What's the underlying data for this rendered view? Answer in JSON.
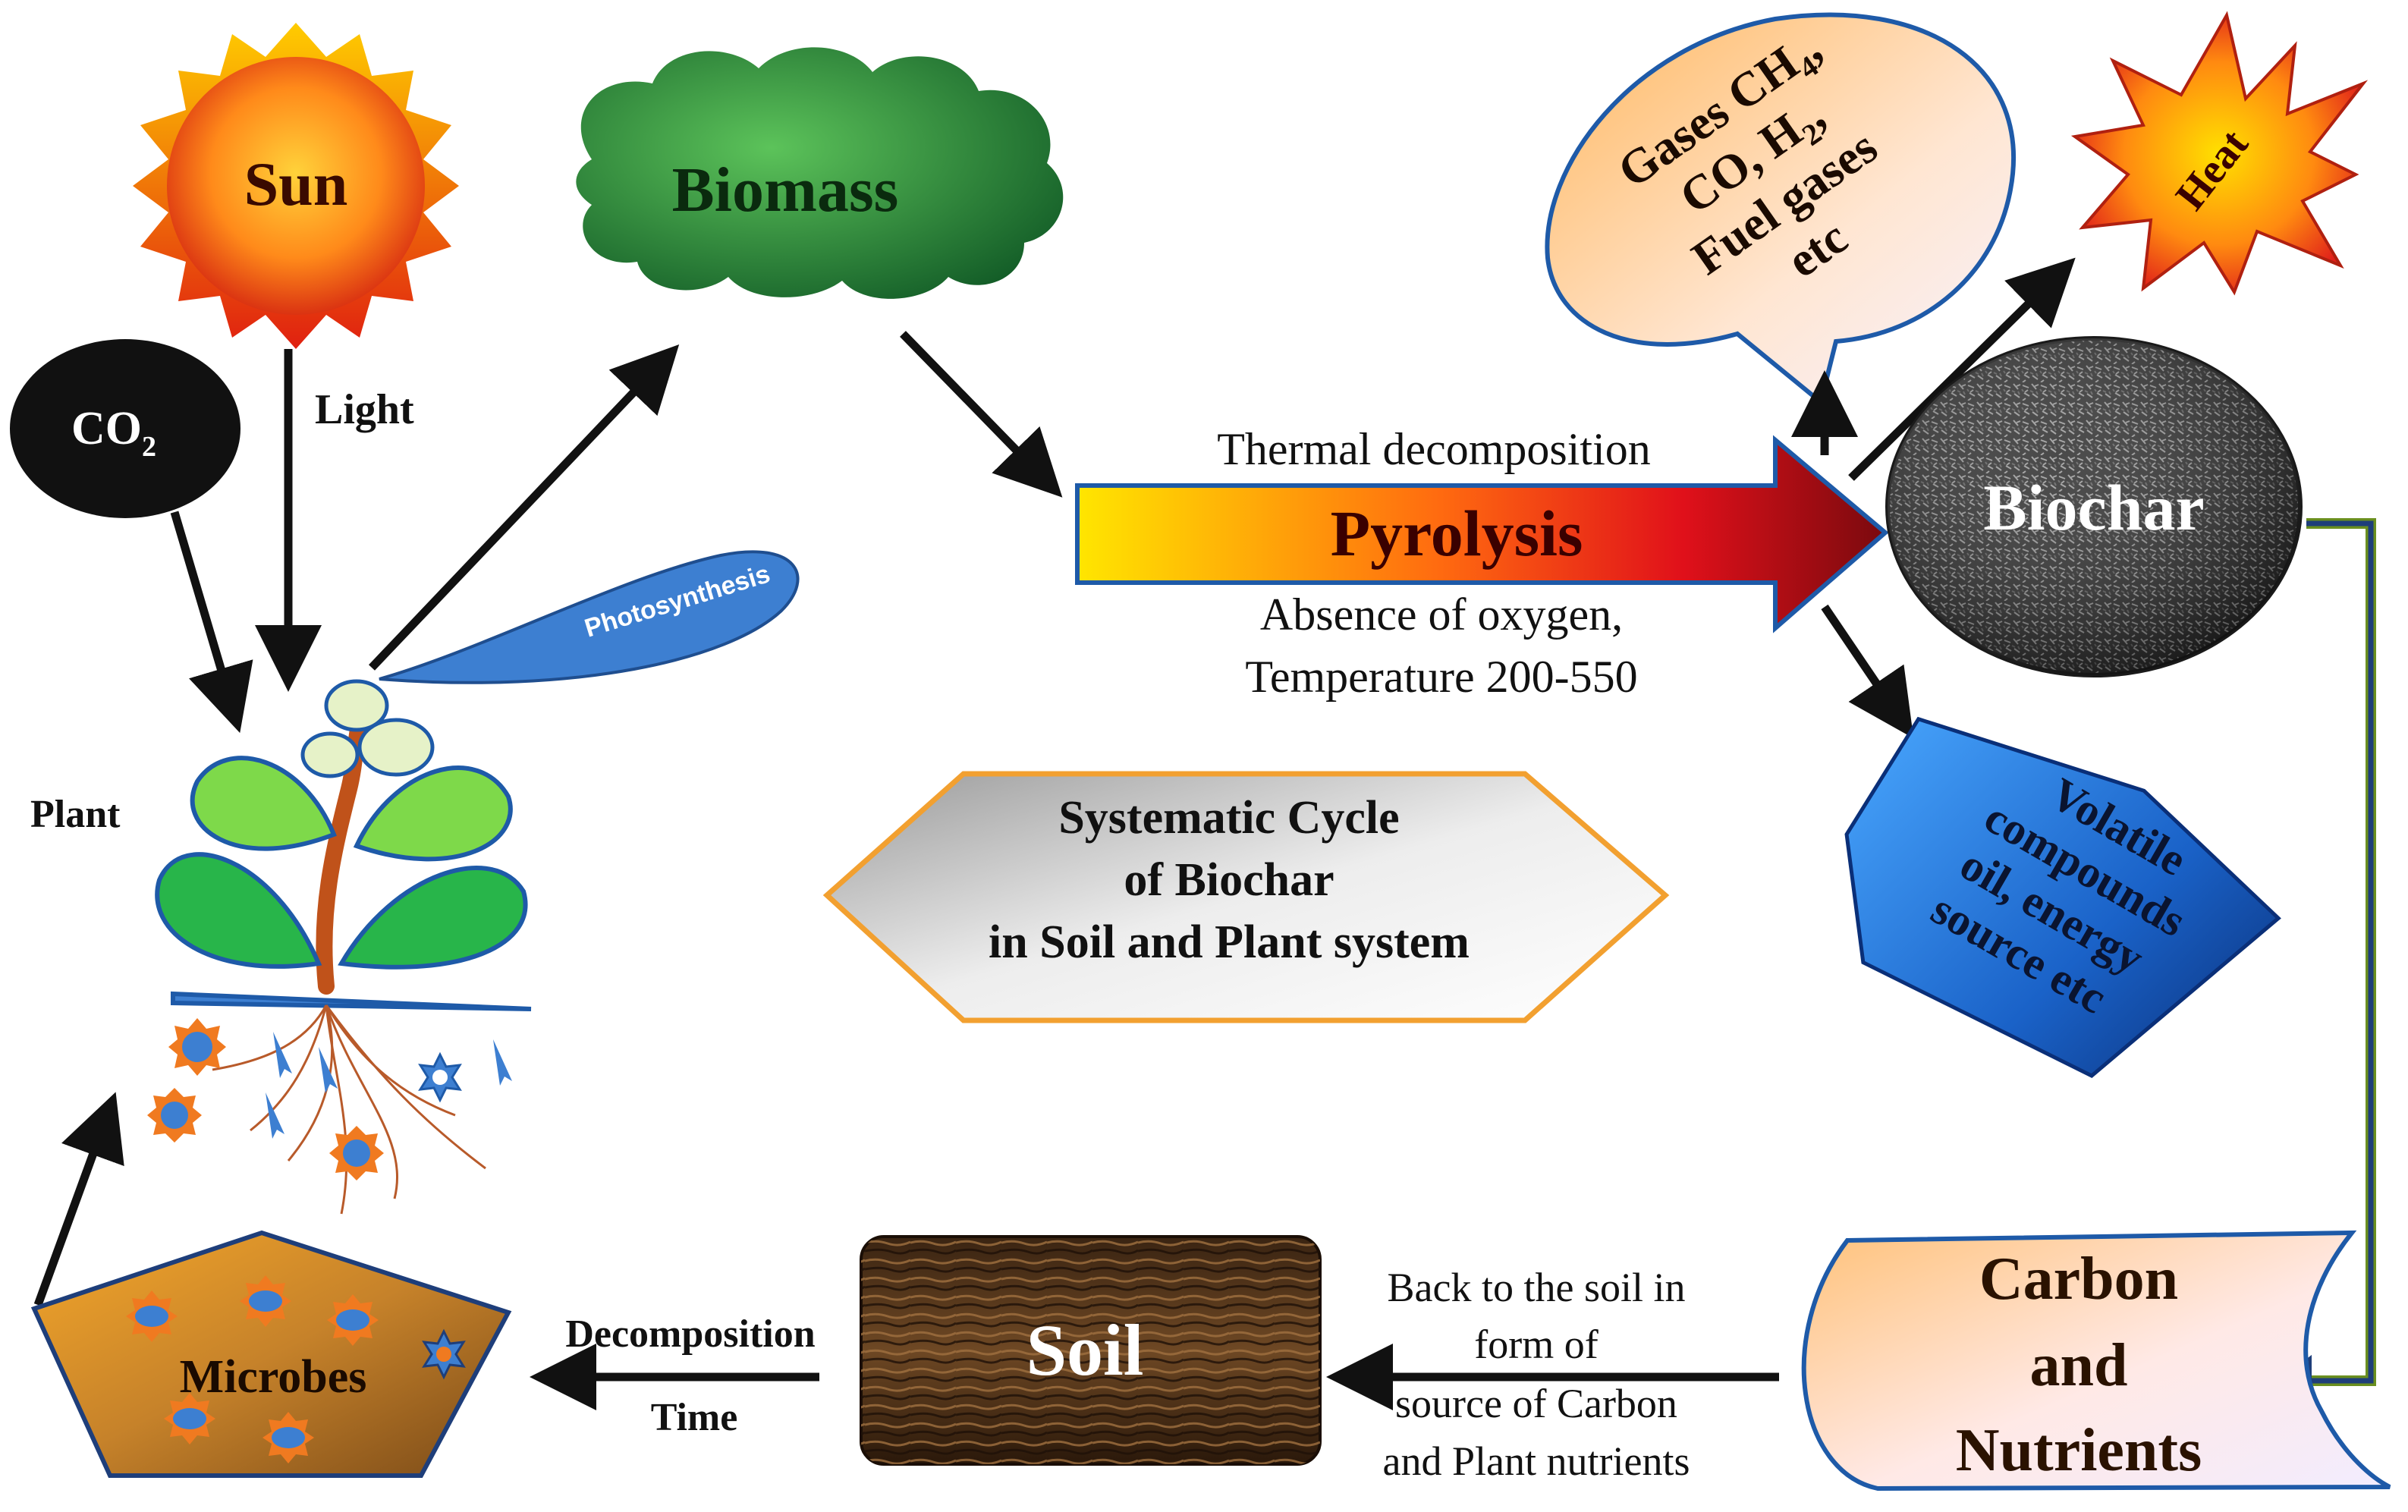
{
  "nodes": {
    "sun": "Sun",
    "co2_main": "CO",
    "co2_sub": "2",
    "light": "Light",
    "biomass": "Biomass",
    "photosynthesis": "Photosynthesis",
    "plant": "Plant",
    "microbes": "Microbes",
    "soil": "Soil",
    "biochar": "Biochar",
    "heat": "Heat"
  },
  "pyrolysis": {
    "label": "Pyrolysis",
    "above": "Thermal decomposition",
    "below_1": "Absence of oxygen,",
    "below_2": "Temperature 200-550"
  },
  "gases": {
    "line1_main": "Gases CH",
    "line1_sub": "4",
    "line1_end": ",",
    "line2_a": "CO, H",
    "line2_sub": "2",
    "line2_end": ",",
    "line3": "Fuel gases",
    "line4": "etc"
  },
  "volatile": {
    "line1": "Volatile",
    "line2": "compounds",
    "line3": "oil, energy",
    "line4": "source etc"
  },
  "center": {
    "line1": "Systematic Cycle",
    "line2": "of Biochar",
    "line3": "in Soil and Plant system"
  },
  "carbon": {
    "line1": "Carbon",
    "line2": "and",
    "line3": "Nutrients"
  },
  "back_to_soil": {
    "line1": "Back to the soil in",
    "line2": "form of",
    "line3": "source of Carbon",
    "line4": "and  Plant nutrients"
  },
  "decomposition": {
    "line1": "Decomposition",
    "line2": "Time"
  },
  "colors": {
    "arrow": "#111111",
    "biomass_green": "#1f8a3a",
    "photosynthesis_blue": "#3d7fd1",
    "pyrolysis_red": "#c0121a",
    "connector_green": "#6a8f1f"
  }
}
